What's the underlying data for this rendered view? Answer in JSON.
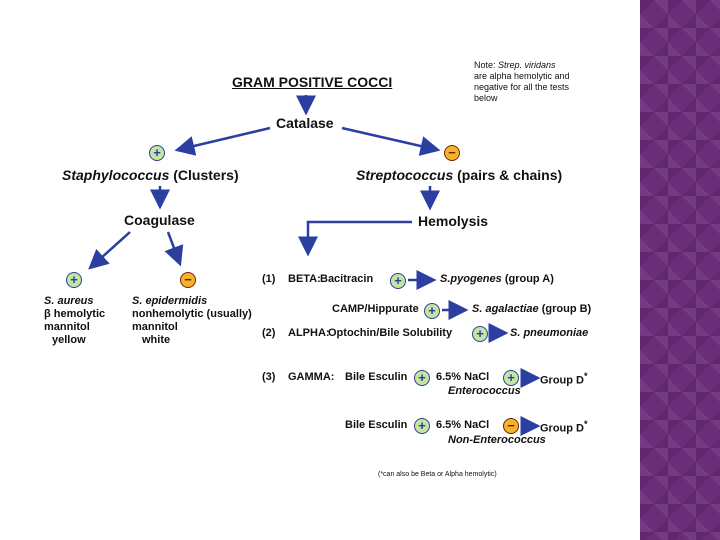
{
  "title": "GRAM POSITIVE COCCI",
  "note": [
    "Note:",
    "Strep. viridans",
    "are alpha hemolytic and",
    "negative for all the tests",
    "below"
  ],
  "catalase": "Catalase",
  "staph": {
    "genus": "Staphylococcus",
    "rest": "(Clusters)"
  },
  "strep": {
    "genus": "Streptococcus",
    "rest": "(pairs & chains)"
  },
  "coagulase": "Coagulase",
  "hemolysis": "Hemolysis",
  "aureus": [
    "S. aureus",
    "β hemolytic",
    "mannitol",
    "yellow"
  ],
  "epidermidis": [
    "S. epidermidis",
    "nonhemolytic (usually)",
    "mannitol",
    "white"
  ],
  "beta": {
    "num": "(1)",
    "label": "BETA:",
    "test": "Bacitracin",
    "result": "S.pyogenes",
    "group": "(group A)"
  },
  "camp": {
    "test": "CAMP/Hippurate",
    "result": "S. agalactiae",
    "group": "(group B)"
  },
  "alpha": {
    "num": "(2)",
    "label": "ALPHA:",
    "test": "Optochin/Bile Solubility",
    "result": "S. pneumoniae"
  },
  "gamma": {
    "num": "(3)",
    "label": "GAMMA:",
    "test1": "Bile Esculin",
    "test2": "6.5% NaCl",
    "result": "Group D",
    "sup": "*",
    "name": "Enterococcus"
  },
  "gamma2": {
    "test1": "Bile Esculin",
    "test2": "6.5% NaCl",
    "result": "Group D",
    "sup": "*",
    "name": "Non-Enterococcus"
  },
  "footnote": "(*can also be Beta or Alpha hemolytic)",
  "signs": {
    "plus": "+",
    "minus": "−"
  },
  "colors": {
    "arrow": "#2a3fa0",
    "positive": "#c5e6a0",
    "negative": "#f2b42a",
    "sidebar": "#6b2c79"
  }
}
